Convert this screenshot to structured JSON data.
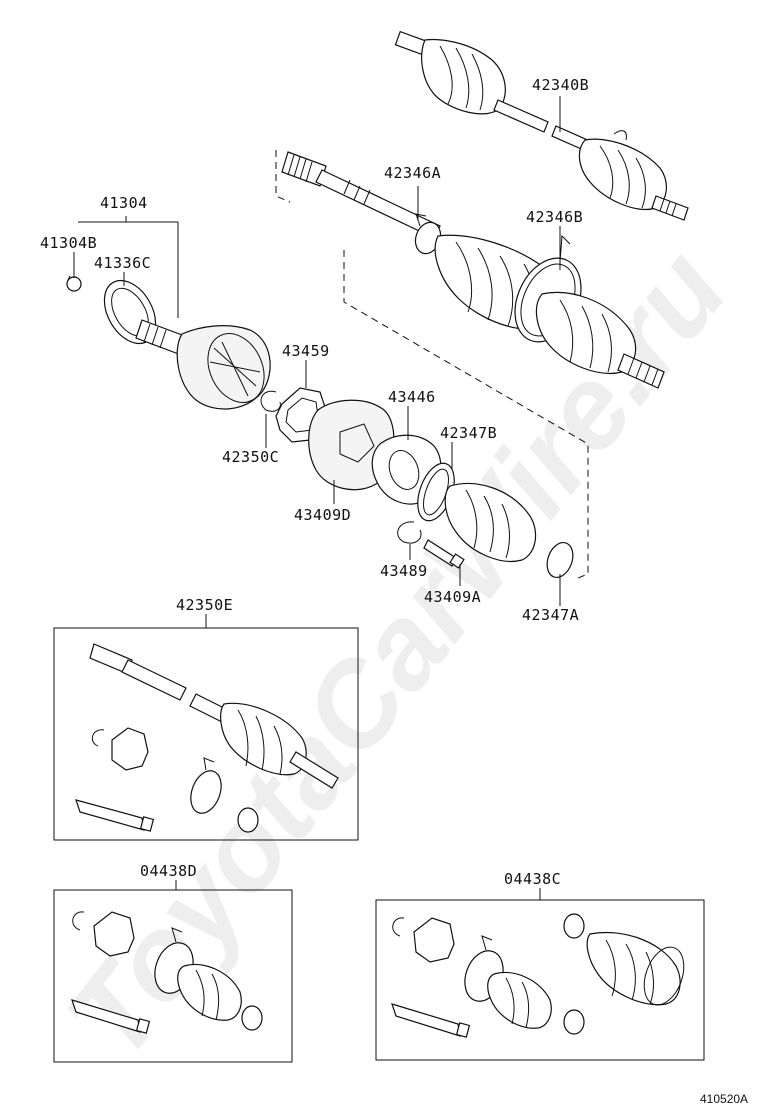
{
  "labels": {
    "p42340B": "42340B",
    "p42346A": "42346A",
    "p42346B": "42346B",
    "p41304": "41304",
    "p41304B": "41304B",
    "p41336C": "41336C",
    "p43459": "43459",
    "p43446": "43446",
    "p42347B": "42347B",
    "p42350C": "42350C",
    "p43409D": "43409D",
    "p43489": "43489",
    "p43409A": "43409A",
    "p42347A": "42347A",
    "p42350E": "42350E",
    "p04438D": "04438D",
    "p04438C": "04438C"
  },
  "footer": {
    "diagram_code": "410520A"
  },
  "watermark": {
    "text": "ToyotaCarWire.ru"
  }
}
